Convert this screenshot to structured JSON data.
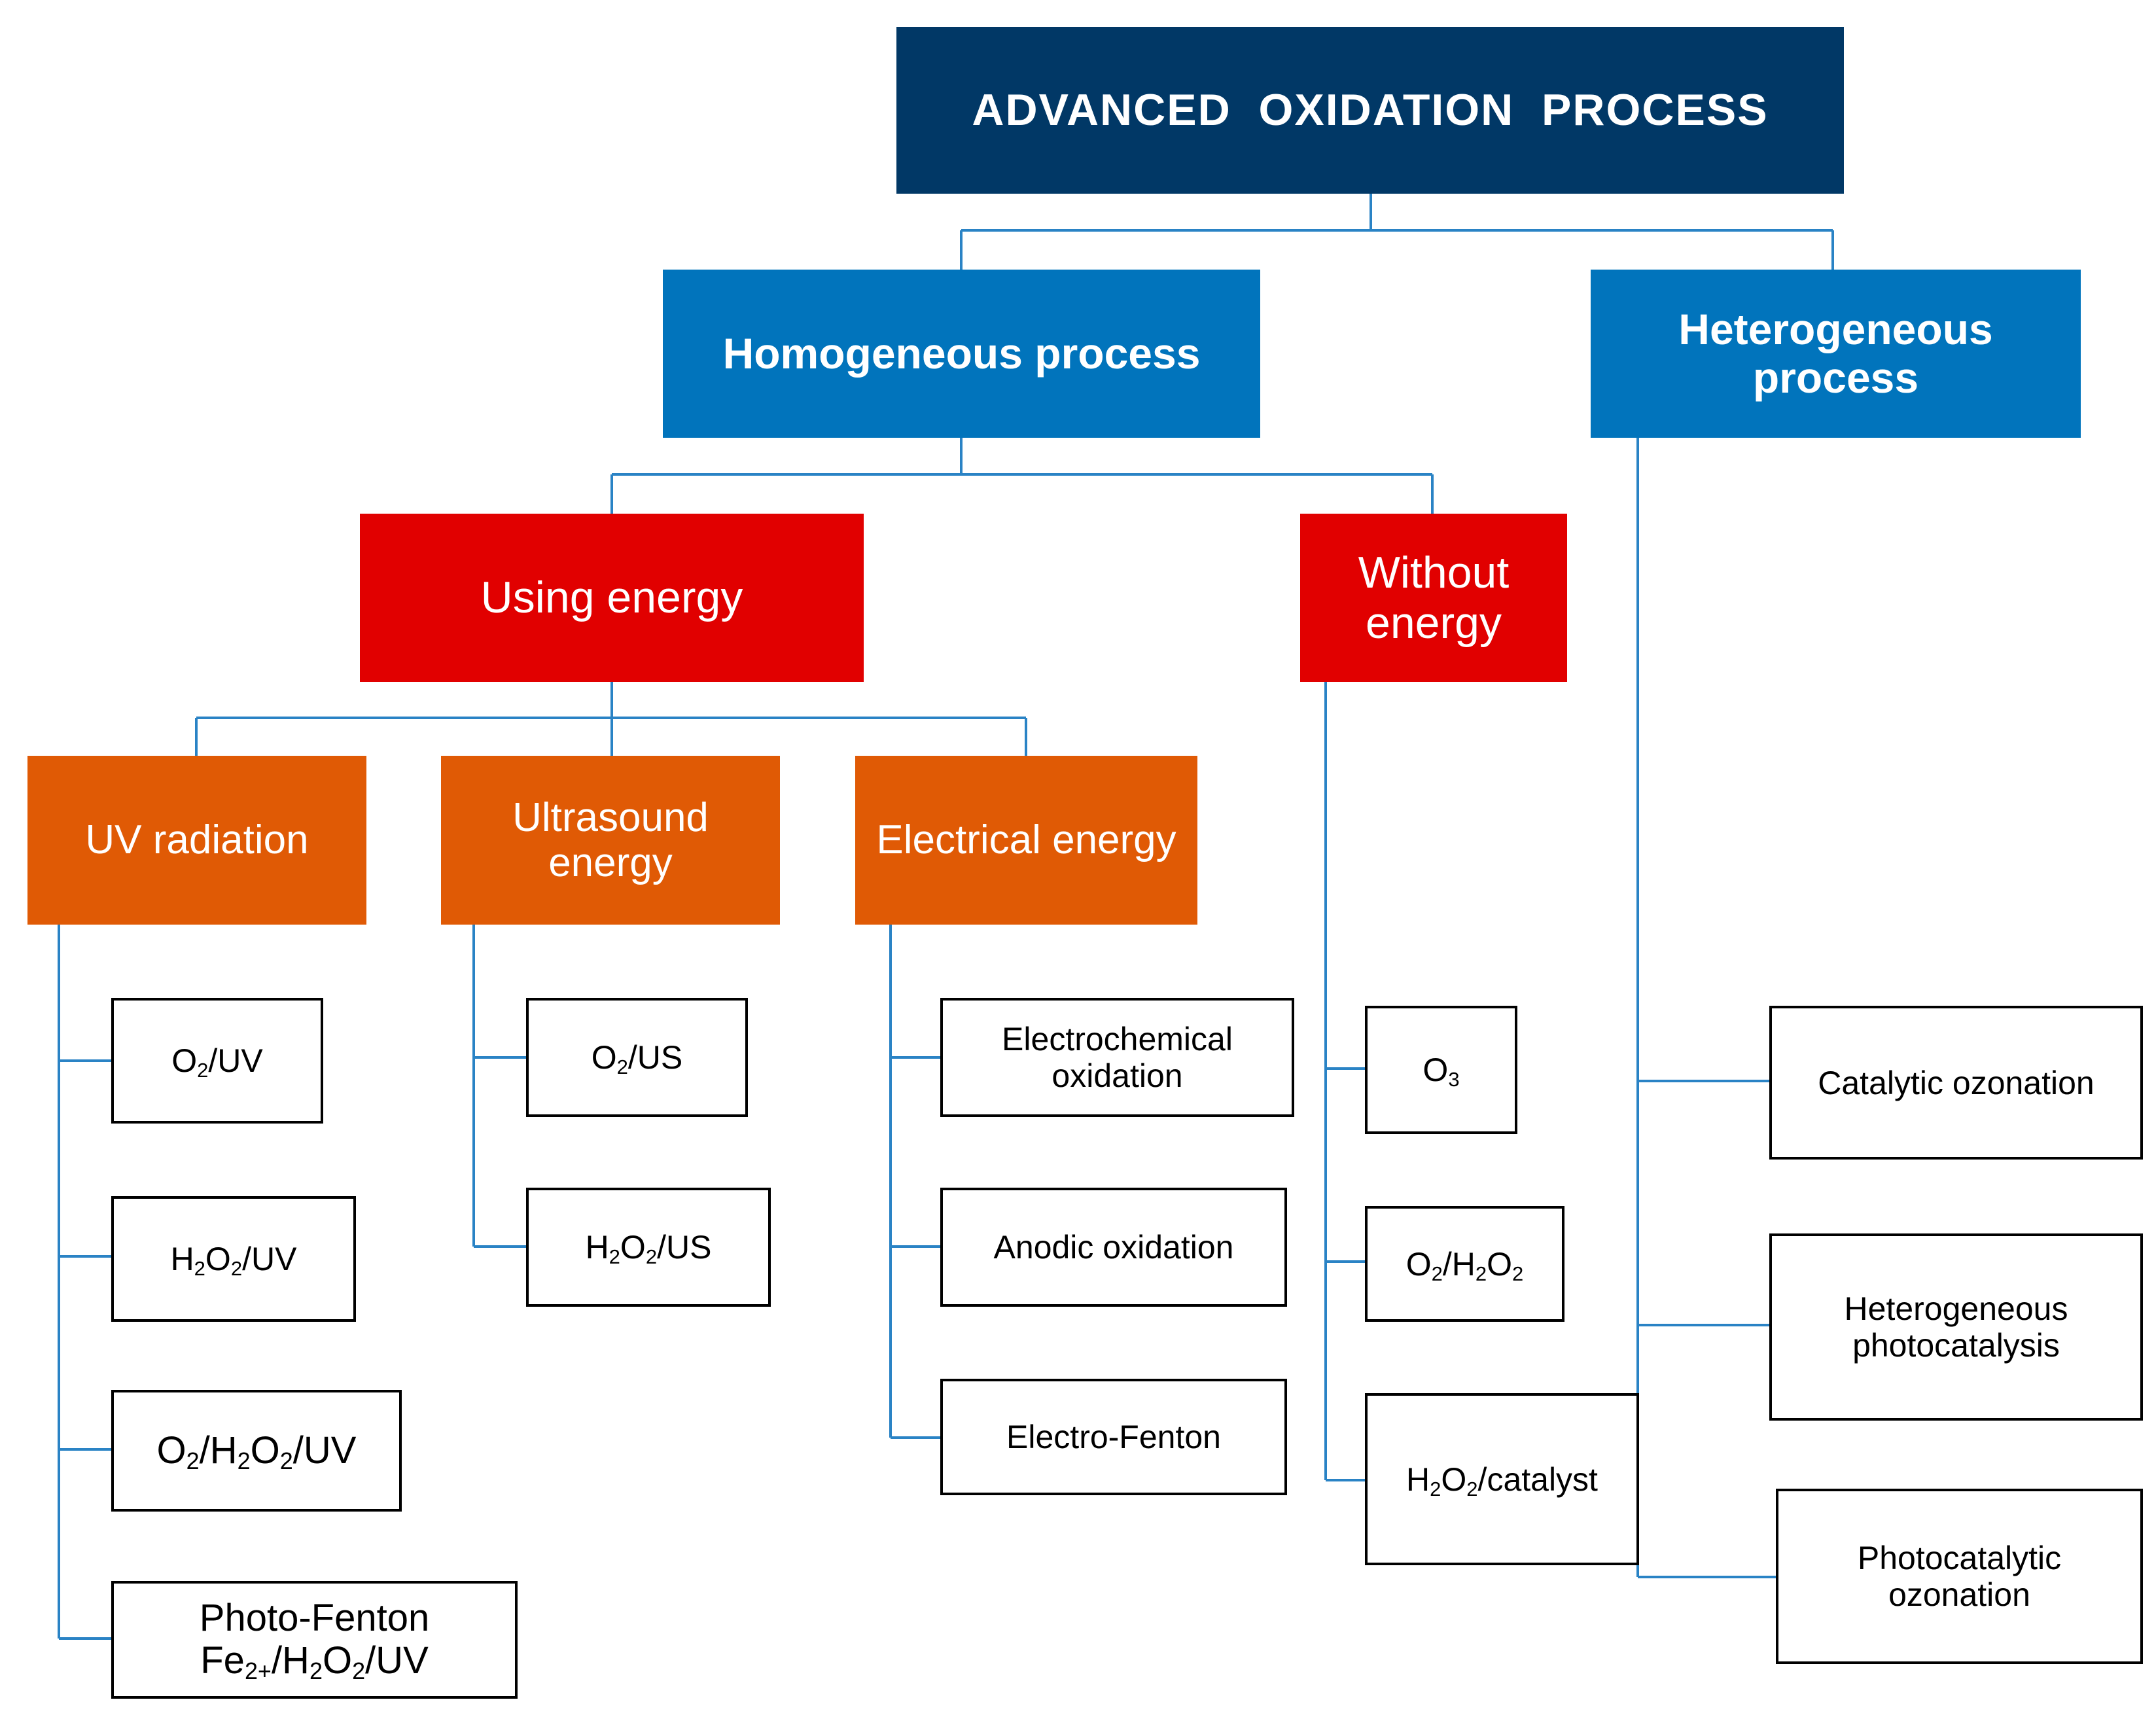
{
  "colors": {
    "root": "#013866",
    "process": "#0174bc",
    "energy": "#e10000",
    "source": "#e05a05",
    "connector": "#2a83c5"
  },
  "root": {
    "label": "ADVANCED  OXIDATION  PROCESS"
  },
  "homogeneous": {
    "label": "Homogeneous process",
    "using_energy": {
      "label": "Using energy",
      "uv": {
        "label": "UV radiation",
        "items": [
          {
            "parts": [
              "O",
              "2",
              "/UV"
            ]
          },
          {
            "parts": [
              "H",
              "2",
              "O",
              "2",
              "/UV"
            ]
          },
          {
            "parts": [
              "O",
              "2",
              "/H",
              "2",
              "O",
              "2",
              "/UV"
            ]
          },
          {
            "line1": "Photo-Fenton",
            "parts": [
              "Fe",
              "2+",
              "/H",
              "2",
              "O",
              "2",
              "/UV"
            ]
          }
        ]
      },
      "ultrasound": {
        "line1": "Ultrasound",
        "line2": "energy",
        "items": [
          {
            "parts": [
              "O",
              "2",
              "/US"
            ]
          },
          {
            "parts": [
              "H",
              "2",
              "O",
              "2",
              "/US"
            ]
          }
        ]
      },
      "electrical": {
        "label": "Electrical energy",
        "items": [
          {
            "line1": "Electrochemical",
            "line2": "oxidation"
          },
          {
            "label": "Anodic oxidation"
          },
          {
            "label": "Electro-Fenton"
          }
        ]
      }
    },
    "without_energy": {
      "line1": "Without",
      "line2": "energy",
      "items": [
        {
          "parts": [
            "O",
            "3"
          ]
        },
        {
          "parts": [
            "O",
            "2",
            "/H",
            "2",
            "O",
            "2"
          ]
        },
        {
          "parts": [
            "H",
            "2",
            "O",
            "2",
            "/catalyst"
          ]
        }
      ]
    }
  },
  "heterogeneous": {
    "line1": "Heterogeneous",
    "line2": "process",
    "items": [
      {
        "label": "Catalytic ozonation"
      },
      {
        "line1": "Heterogeneous",
        "line2": "photocatalysis"
      },
      {
        "line1": "Photocatalytic",
        "line2": "ozonation"
      }
    ]
  }
}
